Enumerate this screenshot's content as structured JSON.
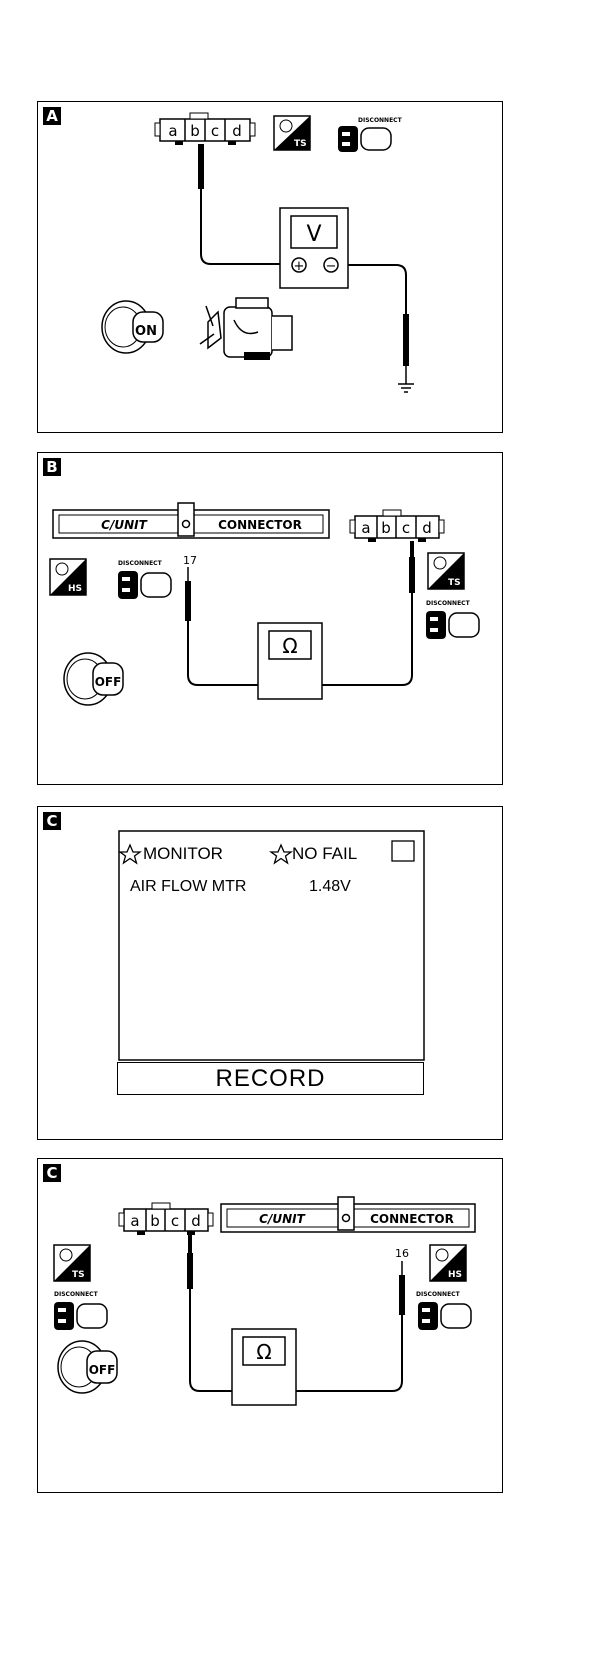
{
  "panels": [
    {
      "label": "A",
      "connector_pins": [
        "a",
        "b",
        "c",
        "d"
      ],
      "tester_symbol": "V",
      "tester_pos": "+",
      "tester_neg": "−",
      "tag_disconnect": "DISCONNECT",
      "tag_ts": "TS",
      "ignition": "ON"
    },
    {
      "label": "B",
      "cunit_left": "C/UNIT",
      "cunit_right": "CONNECTOR",
      "connector_pins": [
        "a",
        "b",
        "c",
        "d"
      ],
      "pin_number": "17",
      "tester_symbol": "Ω",
      "tag_hs": "HS",
      "tag_ts": "TS",
      "tag_disconnect": "DISCONNECT",
      "ignition": "OFF"
    },
    {
      "label": "C",
      "monitor_title": "MONITOR",
      "monitor_status": "NO FAIL",
      "row_label": "AIR FLOW MTR",
      "row_value": "1.48V",
      "record_button": "RECORD"
    },
    {
      "label": "C",
      "cunit_left": "C/UNIT",
      "cunit_right": "CONNECTOR",
      "connector_pins": [
        "a",
        "b",
        "c",
        "d"
      ],
      "pin_number": "16",
      "tester_symbol": "Ω",
      "tag_ts": "TS",
      "tag_hs": "HS",
      "tag_disconnect": "DISCONNECT",
      "ignition": "OFF"
    }
  ]
}
